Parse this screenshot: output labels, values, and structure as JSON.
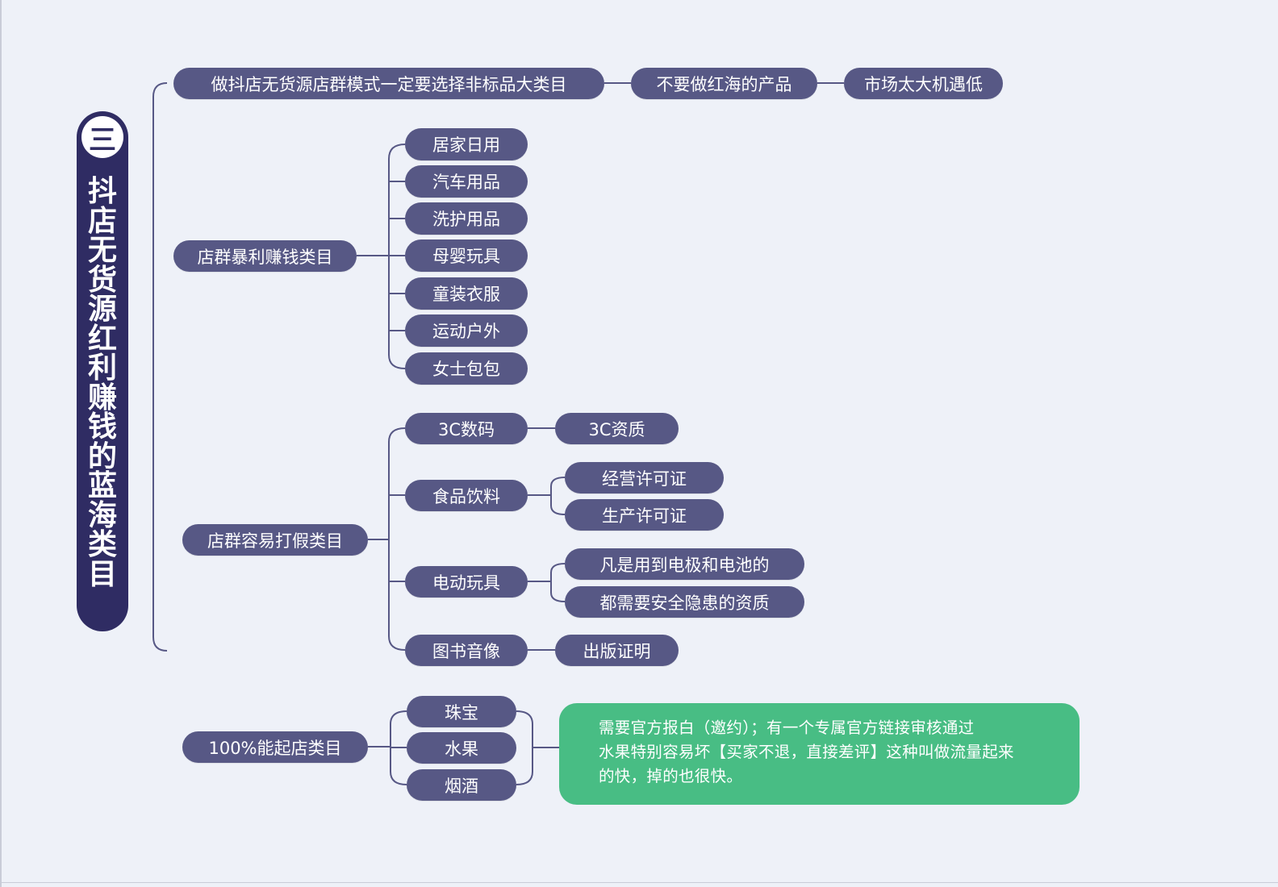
{
  "root": {
    "badge": "三",
    "title": "抖店无货源红利赚钱的蓝海类目"
  },
  "branches": {
    "b1": {
      "label": "做抖店无货源店群模式一定要选择非标品大类目",
      "children": [
        "不要做红海的产品",
        "市场太大机遇低"
      ]
    },
    "b2": {
      "label": "店群暴利赚钱类目",
      "children": [
        "居家日用",
        "汽车用品",
        "洗护用品",
        "母婴玩具",
        "童装衣服",
        "运动户外",
        "女士包包"
      ]
    },
    "b3": {
      "label": "店群容易打假类目",
      "children": [
        {
          "label": "3C数码",
          "children": [
            "3C资质"
          ]
        },
        {
          "label": "食品饮料",
          "children": [
            "经营许可证",
            "生产许可证"
          ]
        },
        {
          "label": "电动玩具",
          "children": [
            "凡是用到电极和电池的",
            "都需要安全隐患的资质"
          ]
        },
        {
          "label": "图书音像",
          "children": [
            "出版证明"
          ]
        }
      ]
    },
    "b4": {
      "label": "100%能起店类目",
      "children": [
        "珠宝",
        "水果",
        "烟酒"
      ],
      "note": [
        "需要官方报白（邀约）；有一个专属官方链接审核通过",
        "水果特别容易坏【买家不退，直接差评】这种叫做流量起来",
        "的快，掉的也很快。"
      ]
    }
  },
  "colors": {
    "background": "#eef1f8",
    "node": "#575885",
    "root": "#2f2c63",
    "note": "#48bd84",
    "connector": "#575885"
  }
}
